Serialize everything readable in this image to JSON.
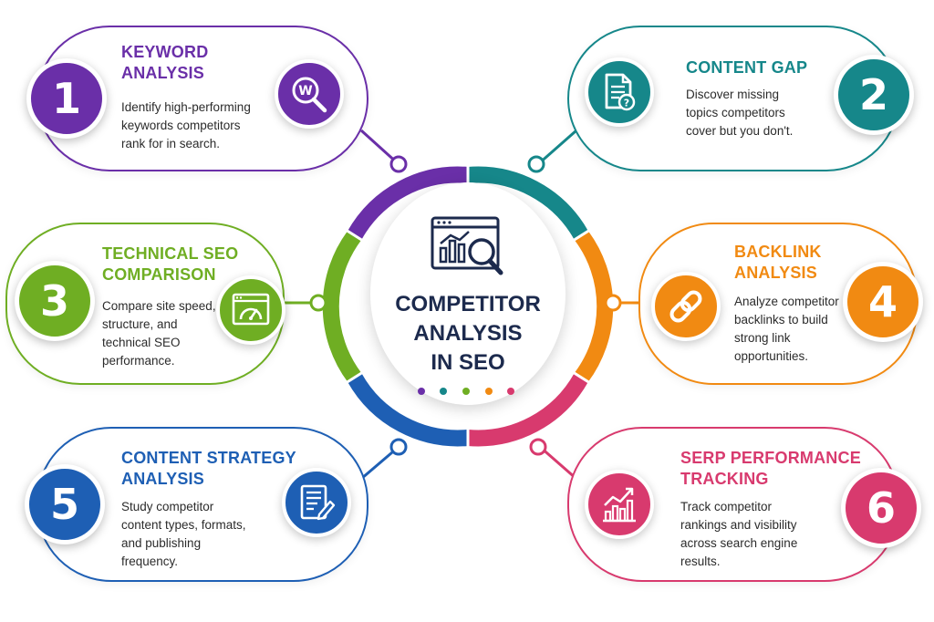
{
  "hub": {
    "title": "COMPETITOR\nANALYSIS\nIN SEO",
    "icon": "analytics-magnifier-icon",
    "dot_colors": [
      "#6a2fa8",
      "#16878a",
      "#6fae23",
      "#f18a12",
      "#d83a6e"
    ]
  },
  "colors": {
    "purple": "#6a2fa8",
    "teal": "#16878a",
    "green": "#6fae23",
    "orange": "#f18a12",
    "blue": "#1e5fb4",
    "pink": "#d83a6e",
    "text_dark": "#1c2a4d"
  },
  "steps": [
    {
      "number": "1",
      "title": "KEYWORD\nANALYSIS",
      "description": "Identify high-performing\nkeywords competitors\nrank for in search.",
      "icon": "keyword-search-icon",
      "color": "#6a2fa8"
    },
    {
      "number": "2",
      "title": "CONTENT GAP",
      "description": "Discover missing\ntopics competitors\ncover but you don't.",
      "icon": "document-question-icon",
      "color": "#16878a"
    },
    {
      "number": "3",
      "title": "TECHNICAL SEO\nCOMPARISON",
      "description": "Compare site speed,\nstructure, and\ntechnical SEO\nperformance.",
      "icon": "speedometer-browser-icon",
      "color": "#6fae23"
    },
    {
      "number": "4",
      "title": "BACKLINK\nANALYSIS",
      "description": "Analyze competitor\nbacklinks to build\nstrong link\nopportunities.",
      "icon": "chain-link-icon",
      "color": "#f18a12"
    },
    {
      "number": "5",
      "title": "CONTENT STRATEGY\nANALYSIS",
      "description": "Study competitor\ncontent types, formats,\nand publishing\nfrequency.",
      "icon": "document-pen-icon",
      "color": "#1e5fb4"
    },
    {
      "number": "6",
      "title": "SERP PERFORMANCE\nTRACKING",
      "description": "Track competitor\nrankings and visibility\nacross search engine\nresults.",
      "icon": "growth-chart-icon",
      "color": "#d83a6e"
    }
  ]
}
